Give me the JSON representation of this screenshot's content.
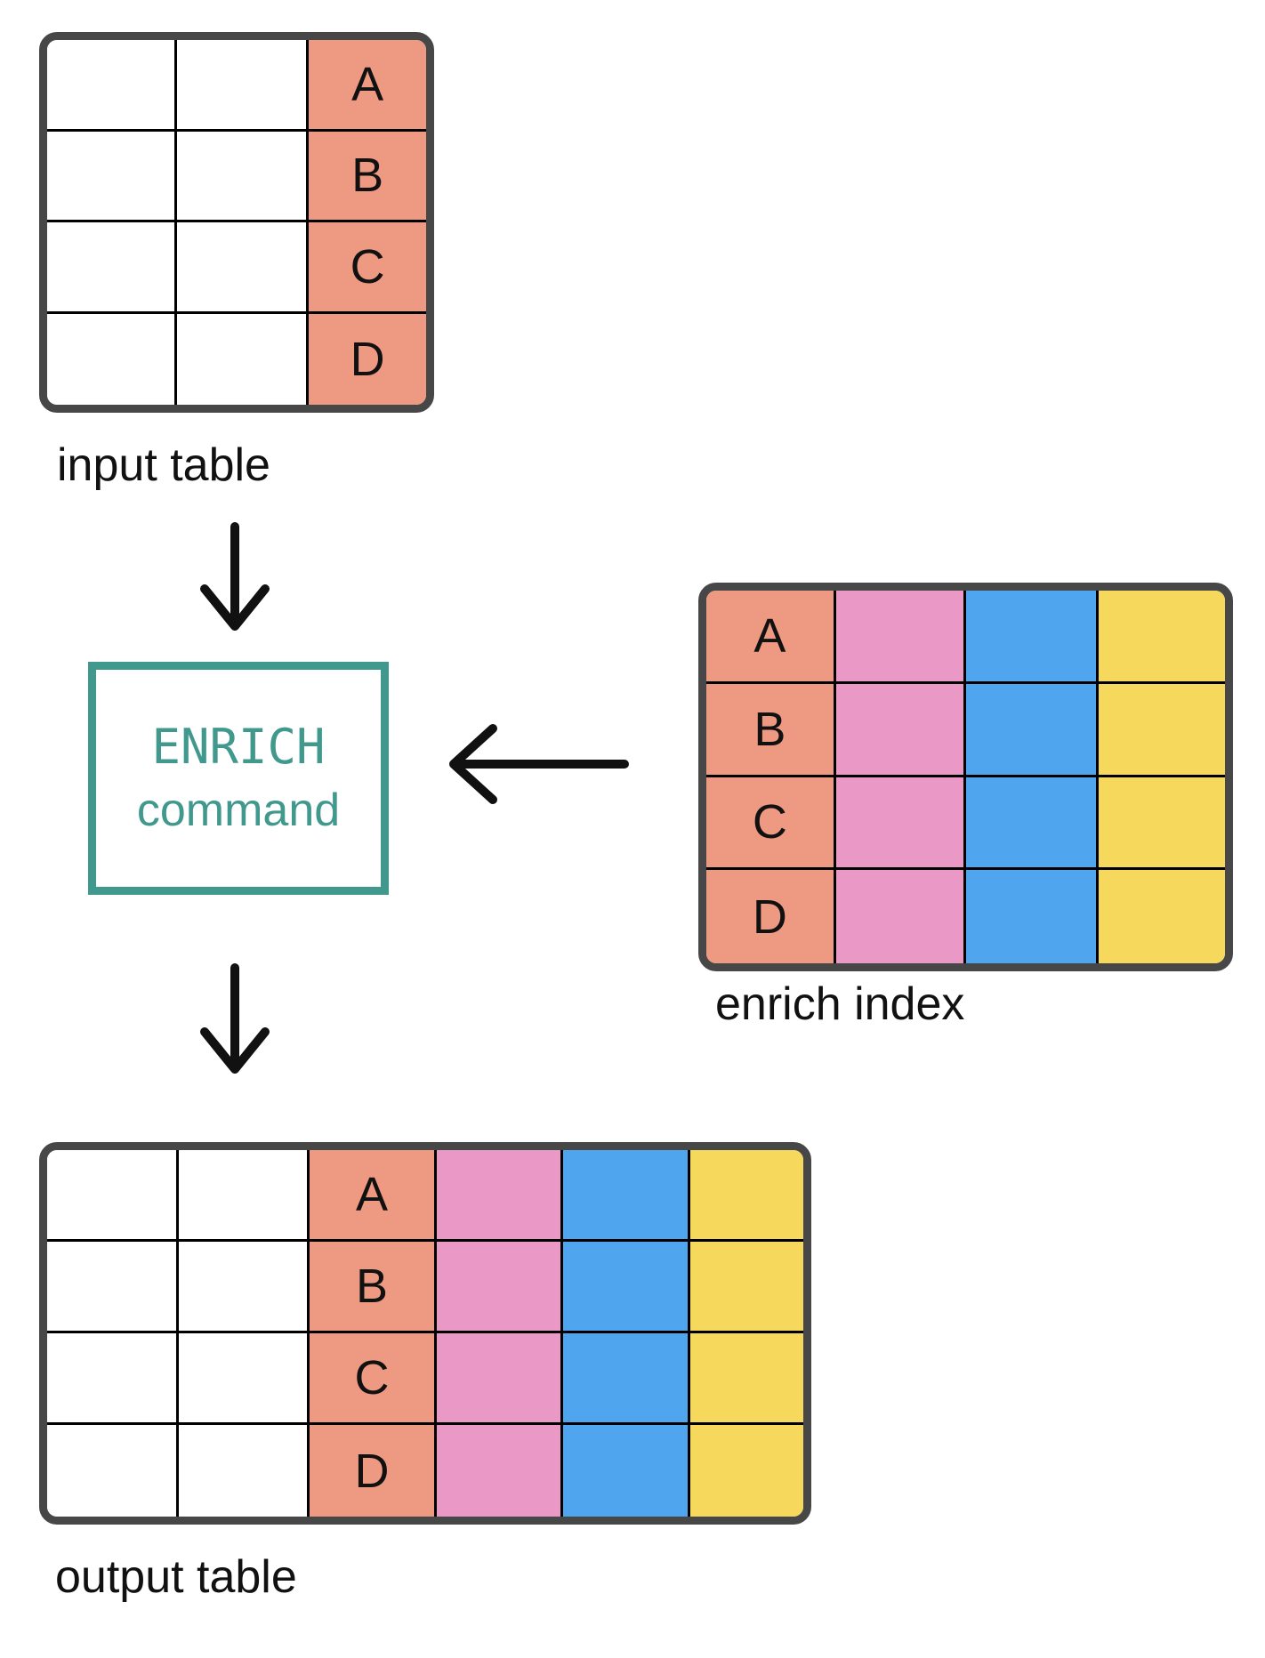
{
  "input_table": {
    "label": "input table",
    "rows": [
      "A",
      "B",
      "C",
      "D"
    ]
  },
  "enrich_command_box": {
    "title": "ENRICH",
    "subtitle": "command"
  },
  "enrich_index": {
    "label": "enrich index",
    "rows": [
      "A",
      "B",
      "C",
      "D"
    ]
  },
  "output_table": {
    "label": "output table",
    "rows": [
      "A",
      "B",
      "C",
      "D"
    ]
  },
  "colors": {
    "salmon": "#EE9A82",
    "pink": "#EA99C7",
    "blue": "#4FA6EF",
    "yellow": "#F6D85C",
    "teal": "#41988D",
    "border": "#474747",
    "ink": "#111111"
  }
}
